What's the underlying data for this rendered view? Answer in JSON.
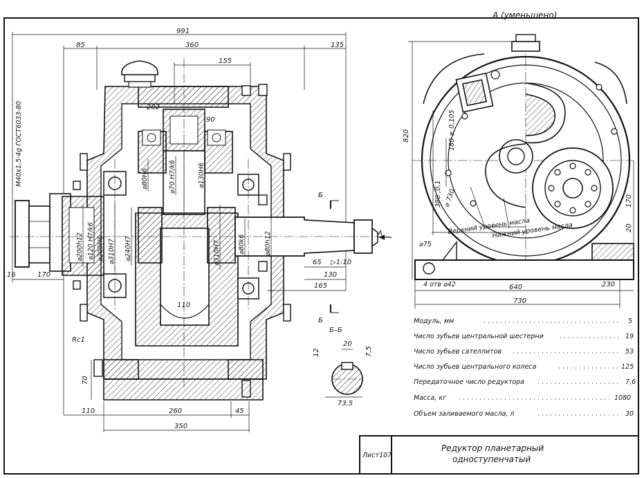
{
  "drawing": {
    "view_a_title": "А (уменьшено)",
    "section_mark": "Б",
    "section_title": "Б–Б",
    "arrow_a": "А",
    "dims_front": {
      "overall": "991",
      "left_top": "85",
      "mid_top": "360",
      "right_top": "135",
      "d155": "155",
      "d202": "202",
      "d90": "90",
      "d110": "110",
      "d65": "65",
      "taper": "▷1:10",
      "d130": "130",
      "d165": "165",
      "d16": "16",
      "d170": "170",
      "d70": "70",
      "b110": "110",
      "b260": "260",
      "b45": "45",
      "b350": "350",
      "rough": "Rc1"
    },
    "diam_labels": [
      "⌀200h12",
      "⌀120 Н7/k6",
      "⌀200H6",
      "⌀310H7",
      "⌀240H7",
      "⌀80H6",
      "⌀70 H7/k6",
      "⌀130H6",
      "⌀310H7",
      "⌀80k6",
      "⌀80h12"
    ],
    "vertical_note": "М40х1,5·4g ГОСТ6033-80",
    "dims_side": {
      "d820": "820",
      "r180": "180 ± 0,105",
      "r380": "380 ,0,1",
      "d730c": "⌀ 730",
      "d75": "⌀75",
      "holes": "4 отв ⌀42",
      "d640": "640",
      "d230": "230",
      "d730": "730",
      "d170": "170",
      "d20": "20",
      "upper_oil": "Верхний уровень масла",
      "lower_oil": "Нижний уровень масла"
    },
    "section_dims": {
      "d20": "20",
      "d12": "12",
      "d75": "7,5",
      "d735": "73,5"
    }
  },
  "specs": [
    {
      "label": "Модуль, мм",
      "value": "5"
    },
    {
      "label": "Число зубьев центральной шестерни",
      "value": "19"
    },
    {
      "label": "Число зубьев сателлитов",
      "value": "53"
    },
    {
      "label": "Число зубьев центрального колеса",
      "value": "125"
    },
    {
      "label": "Передаточное число редуктора",
      "value": "7,6"
    },
    {
      "label": "Масса, кг",
      "value": "1080"
    },
    {
      "label": "Объем заливаемого масла, л",
      "value": "30"
    }
  ],
  "title_block": {
    "sheet": "Лист107",
    "title_line1": "Редуктор планетарный",
    "title_line2": "одноступенчатый"
  }
}
